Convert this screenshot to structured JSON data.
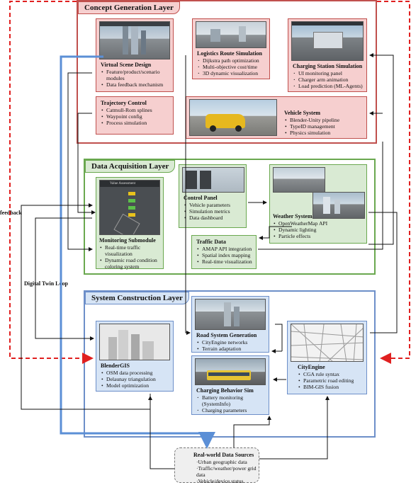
{
  "layers": {
    "concept": "Concept Generation Layer",
    "acquisition": "Data Acquisition Layer",
    "construction": "System Construction Layer"
  },
  "labels": {
    "feedback": "feedback",
    "digital_twin_loop": "Digital Twin Loop"
  },
  "boxes": {
    "virtual_scene": {
      "title": "Virtual Scene Design",
      "items": [
        "Feature/product/scenario modules",
        "Data feedback mechanism"
      ]
    },
    "logistics": {
      "title": "Logistics Route Simulation",
      "items": [
        "Dijkstra path optimization",
        "Multi-objective cost/time",
        "3D dynamic visualization"
      ]
    },
    "charging_station": {
      "title": "Charging Station Simulation",
      "items": [
        "UI monitoring panel",
        "Charger arm animation",
        "Load prediction (ML-Agents)"
      ]
    },
    "trajectory": {
      "title": "Trajectory Control",
      "items": [
        "Catmull-Rom splines",
        "Waypoint config",
        "Process simulation"
      ]
    },
    "vehicle": {
      "title": "Vehicle System",
      "items": [
        "Blender-Unity pipeline",
        "TypeID management",
        "Physics simulation"
      ]
    },
    "control_panel": {
      "title": "Control Panel",
      "items": [
        "Vehicle parameters",
        "Simulation metrics",
        "Data dashboard"
      ]
    },
    "weather": {
      "title": "Weather System",
      "items": [
        "OpenWeatherMap API",
        "Dynamic lighting",
        "Particle effects"
      ]
    },
    "monitoring": {
      "title": "Monitoring Submodule",
      "items": [
        "Real-time traffic visualization",
        "Dynamic road condition coloring system"
      ],
      "panel_text": "Value Assessment"
    },
    "traffic": {
      "title": "Traffic Data",
      "items": [
        "AMAP API integration",
        "Spatial index mapping",
        "Real-time visualization"
      ]
    },
    "road_system": {
      "title": "Road System Generation",
      "items": [
        "CityEngine networks",
        "Terrain adaptation"
      ]
    },
    "blendergis": {
      "title": "BlenderGIS",
      "items": [
        "OSM data processing",
        "Delaunay triangulation",
        "Model optimization"
      ]
    },
    "charging_behavior": {
      "title": "Charging Behavior Sim",
      "items": [
        "Battery monitoring (SystemInfo)",
        "Charging parameters"
      ]
    },
    "cityengine": {
      "title": "CityEngine",
      "items": [
        "CGA rule syntax",
        "Parametric road editing",
        "BIM-GIS fusion"
      ]
    },
    "sources": {
      "title": "Real-world Data Sources",
      "items": [
        "Urban geographic data",
        "Traffic/weather/power grid data",
        "Vehicle/device status"
      ]
    }
  },
  "colors": {
    "concept_border": "#c0504d",
    "acquisition_border": "#6aa84f",
    "construction_border": "#6d8fc9",
    "feedback_dash": "#e02020",
    "twin_loop": "#5b8fd6"
  }
}
